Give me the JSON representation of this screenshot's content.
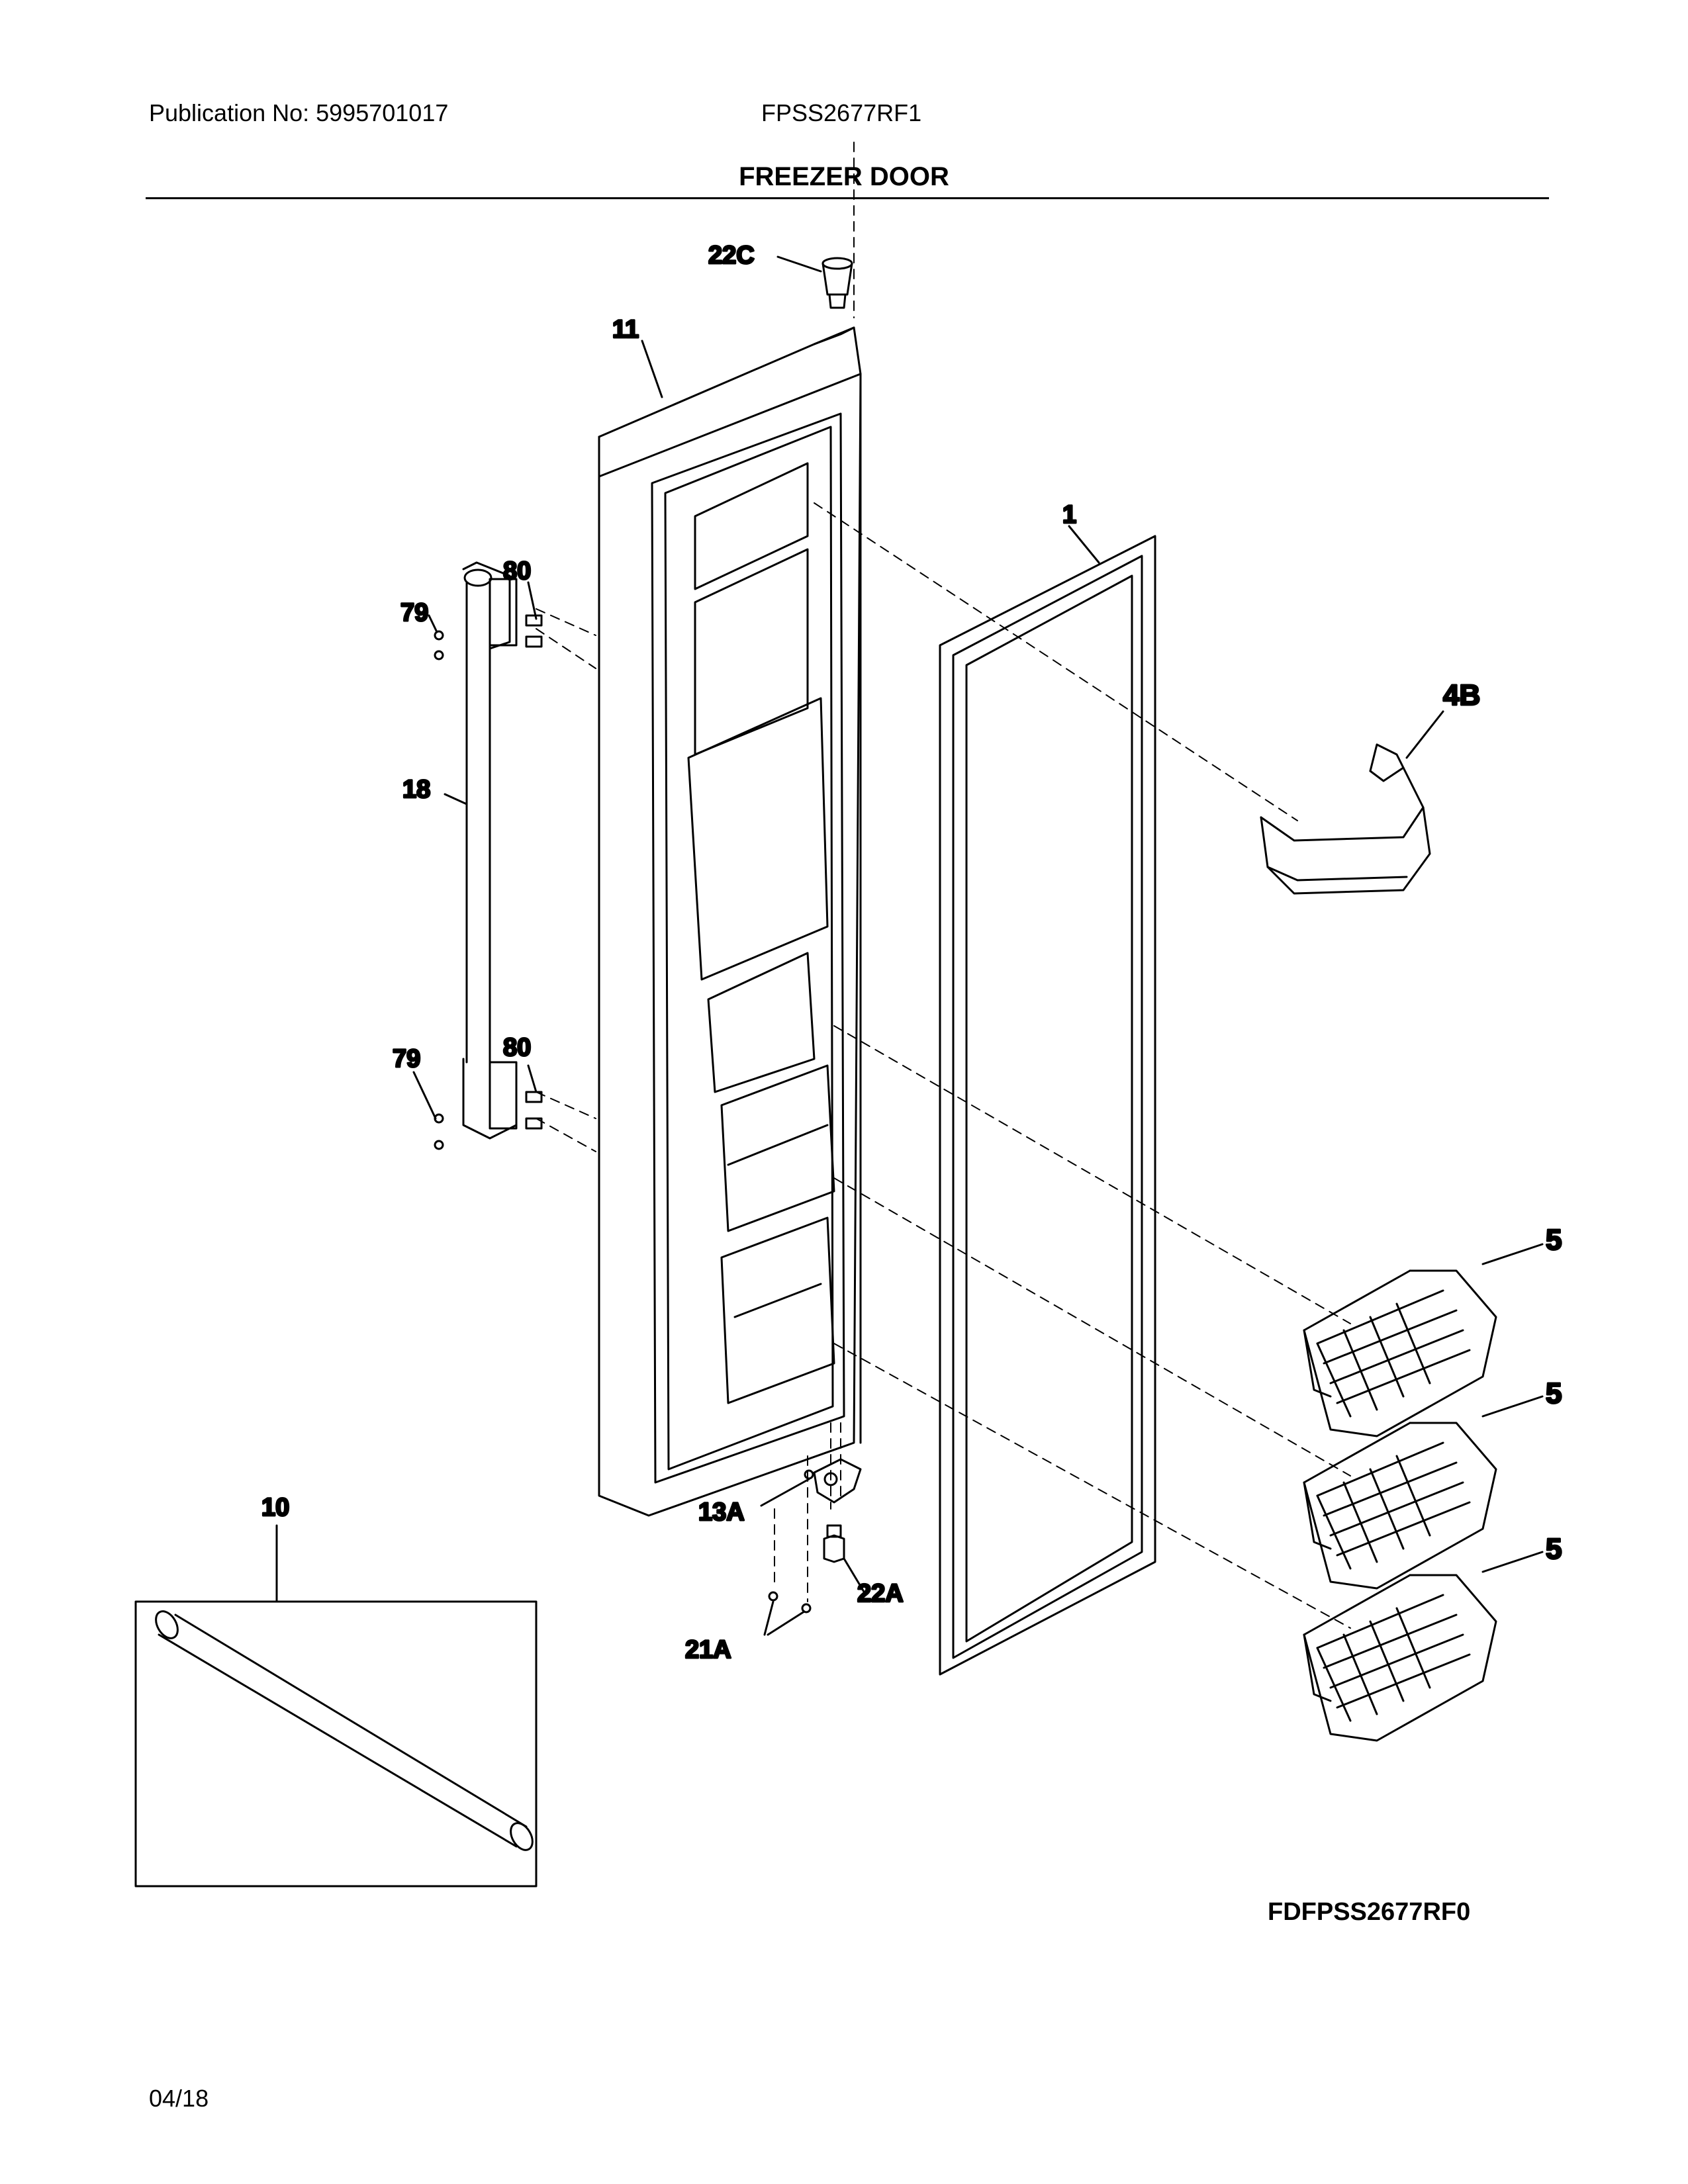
{
  "header": {
    "publication": "Publication No: 5995701017",
    "model": "FPSS2677RF1",
    "section_title": "FREEZER DOOR"
  },
  "callouts": {
    "c22C": "22C",
    "c11": "11",
    "c1": "1",
    "c80_top": "80",
    "c79_top": "79",
    "c4B": "4B",
    "c18": "18",
    "c80_bottom": "80",
    "c79_bottom": "79",
    "c5_a": "5",
    "c5_b": "5",
    "c5_c": "5",
    "c10": "10",
    "c13A": "13A",
    "c22A": "22A",
    "c21A": "21A"
  },
  "footer": {
    "diagram_code": "FDFPSS2677RF0",
    "date": "04/18"
  }
}
